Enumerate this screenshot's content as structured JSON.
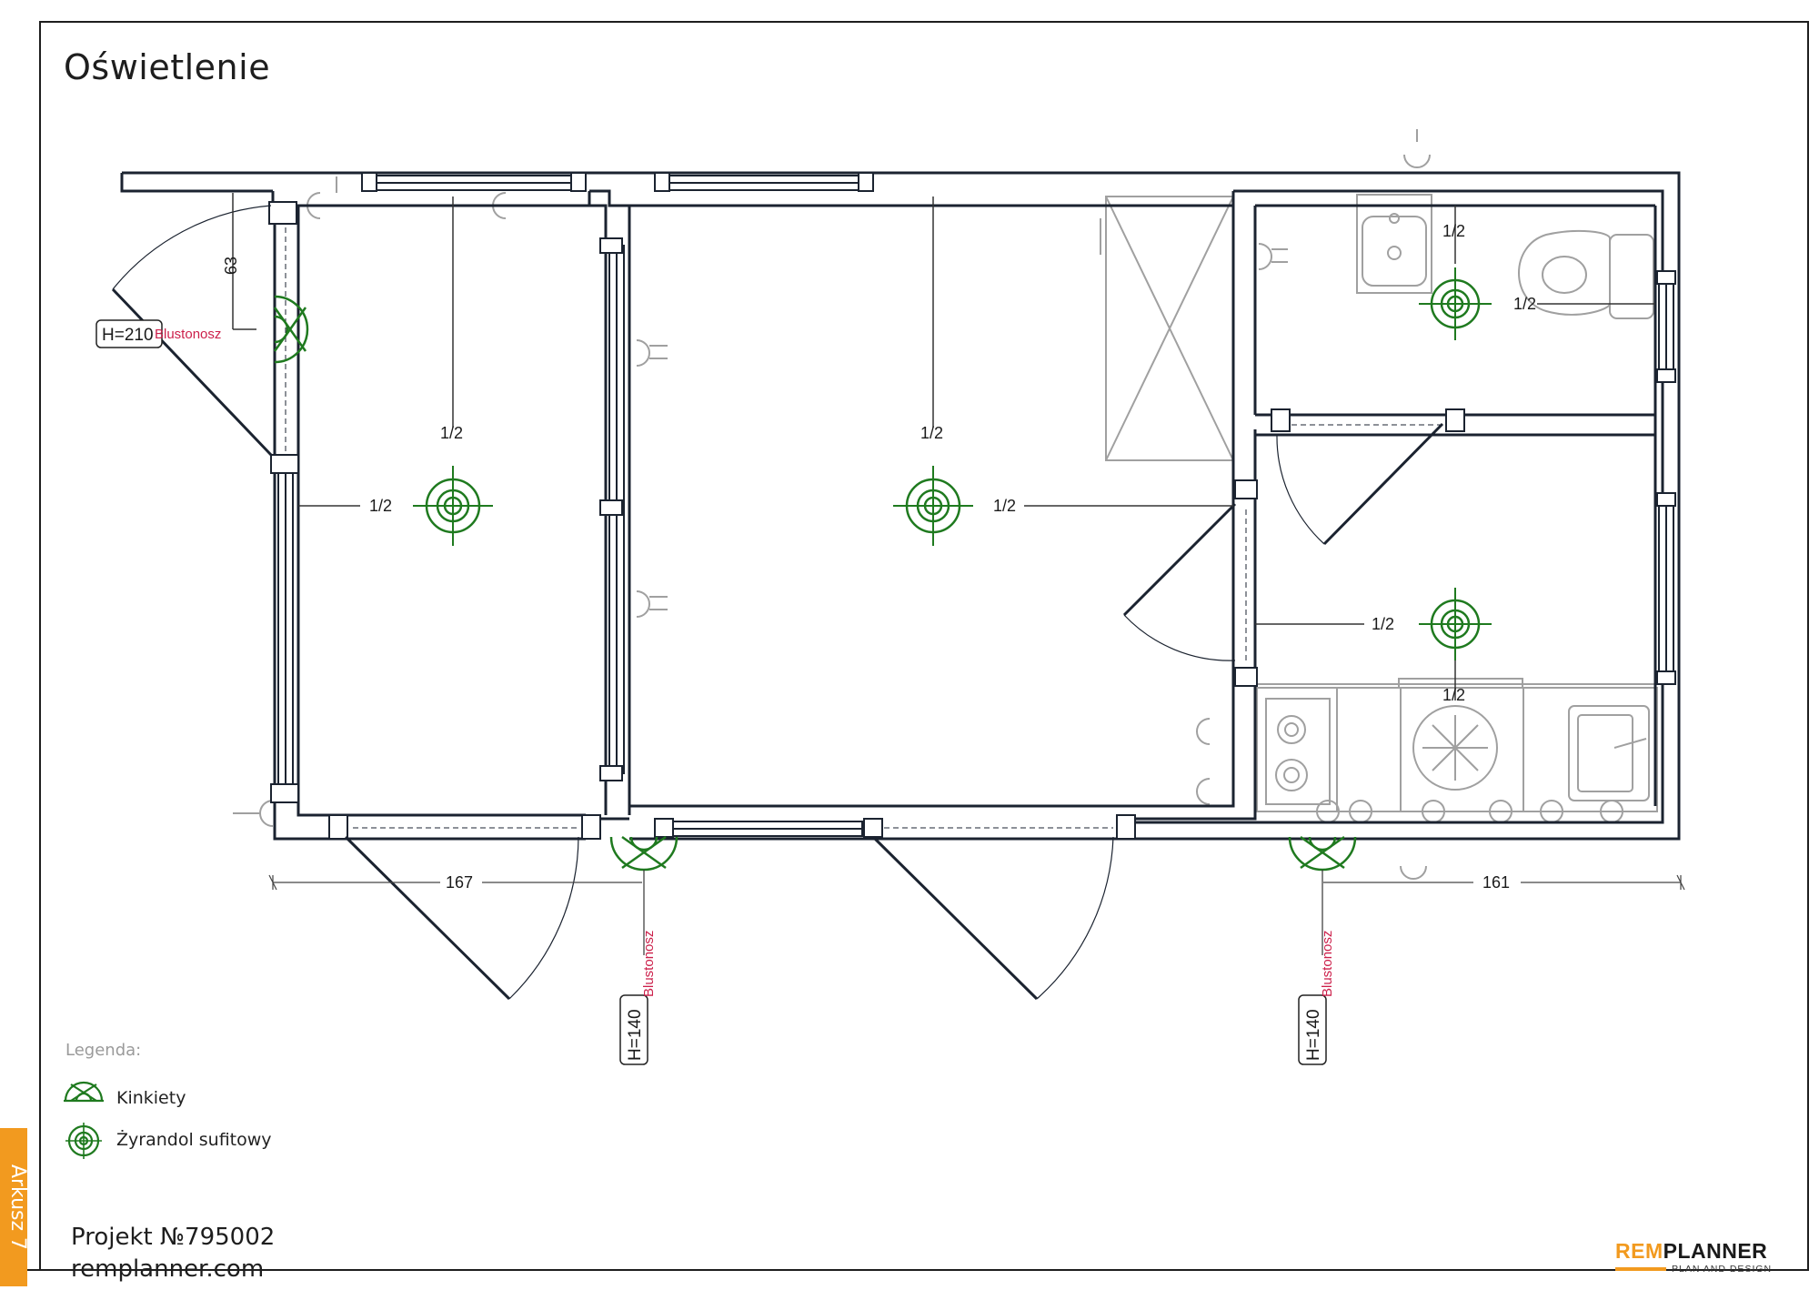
{
  "title": "Oświetlenie",
  "legend": {
    "title": "Legenda:",
    "items": [
      {
        "icon": "wall-lamp-icon",
        "label": "Kinkiety"
      },
      {
        "icon": "ceiling-chandelier-icon",
        "label": "Żyrandol sufitowy"
      }
    ]
  },
  "project": "Projekt №795002",
  "website": "remplanner.com",
  "sheet": "Arkusz 7",
  "logo": {
    "brand_accent": "REM",
    "brand_rest": "PLANNER",
    "tagline": "PLAN AND DESIGN"
  },
  "colors": {
    "lamp": "#1f7a1f",
    "label_red": "#cc1f4a",
    "wall": "#1b2330",
    "furniture": "#9a9a9a",
    "accent": "#f29a1f"
  },
  "plan": {
    "fraction_label": "1/2",
    "dimensions": [
      "167",
      "161",
      "63"
    ],
    "height_tags": [
      "H=210",
      "H=140",
      "H=140"
    ],
    "fixture_label": "Blustonosz"
  }
}
